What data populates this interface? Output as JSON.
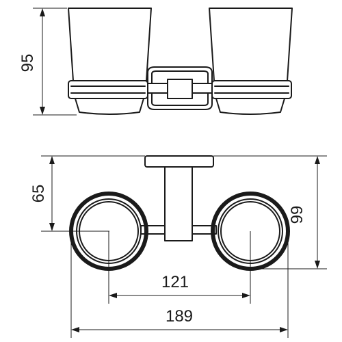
{
  "dimensions": {
    "height_front": "95",
    "depth_wall_to_center": "65",
    "depth_total": "99",
    "center_spacing": "121",
    "total_width": "189"
  }
}
